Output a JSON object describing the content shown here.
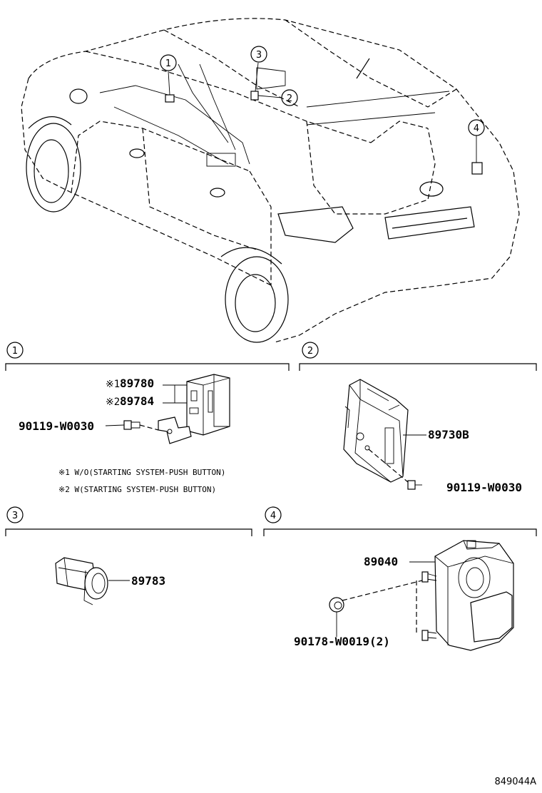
{
  "callouts": [
    "1",
    "2",
    "3",
    "4"
  ],
  "section1": {
    "number": "1",
    "ref_mark_1": "※1",
    "part_a": "89780",
    "ref_mark_2": "※2",
    "part_b": "89784",
    "bolt": "90119-W0030",
    "note_1": "※1 W/O(STARTING SYSTEM-PUSH BUTTON)",
    "note_2": "※2 W(STARTING SYSTEM-PUSH BUTTON)"
  },
  "section2": {
    "number": "2",
    "part": "89730B",
    "bolt": "90119-W0030"
  },
  "section3": {
    "number": "3",
    "part": "89783"
  },
  "section4": {
    "number": "4",
    "part": "89040",
    "nut": "90178-W0019(2)"
  },
  "figure_id": "849044A"
}
